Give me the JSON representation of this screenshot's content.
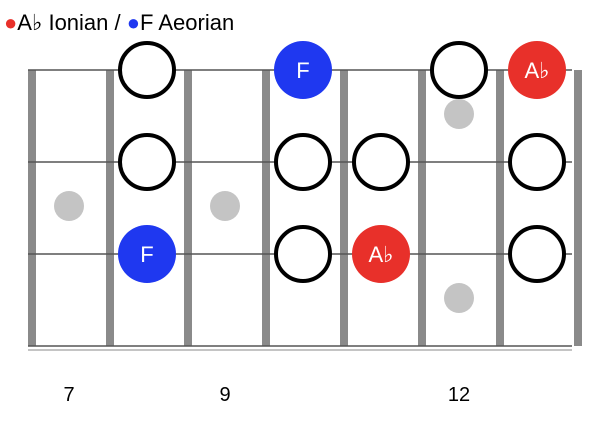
{
  "title": {
    "part1_dot": "●",
    "part1_text": "A♭ Ionian / ",
    "part2_dot": "●",
    "part2_text": "F Aeorian"
  },
  "colors": {
    "red": "#e8302a",
    "blue": "#1f38f0",
    "fret": "#8a8a8a",
    "inlay": "#c4c4c4",
    "string": "#555555"
  },
  "fret_numbers": [
    {
      "fret": 7,
      "label": "7"
    },
    {
      "fret": 9,
      "label": "9"
    },
    {
      "fret": 12,
      "label": "12"
    }
  ],
  "fret_range": [
    7,
    13
  ],
  "strings": 3,
  "inlays": [
    {
      "fret": 7,
      "pos": "middle"
    },
    {
      "fret": 9,
      "pos": "middle"
    },
    {
      "fret": 12,
      "pos": "upper"
    },
    {
      "fret": 12,
      "pos": "lower"
    }
  ],
  "notes": [
    {
      "string": 1,
      "fret": 8,
      "style": "open",
      "label": ""
    },
    {
      "string": 1,
      "fret": 10,
      "style": "blue",
      "label": "F"
    },
    {
      "string": 1,
      "fret": 12,
      "style": "open",
      "label": ""
    },
    {
      "string": 1,
      "fret": 13,
      "style": "red",
      "label": "A♭"
    },
    {
      "string": 2,
      "fret": 8,
      "style": "open",
      "label": ""
    },
    {
      "string": 2,
      "fret": 10,
      "style": "open",
      "label": ""
    },
    {
      "string": 2,
      "fret": 11,
      "style": "open",
      "label": ""
    },
    {
      "string": 2,
      "fret": 13,
      "style": "open",
      "label": ""
    },
    {
      "string": 3,
      "fret": 8,
      "style": "blue",
      "label": "F"
    },
    {
      "string": 3,
      "fret": 10,
      "style": "open",
      "label": ""
    },
    {
      "string": 3,
      "fret": 11,
      "style": "red",
      "label": "A♭"
    },
    {
      "string": 3,
      "fret": 13,
      "style": "open",
      "label": ""
    }
  ]
}
